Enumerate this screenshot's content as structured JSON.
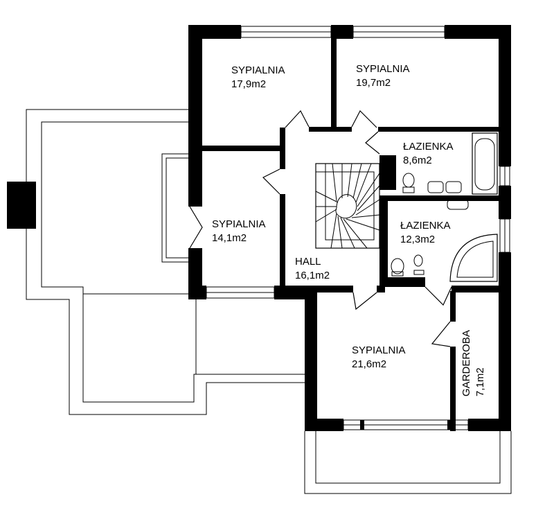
{
  "rooms": [
    {
      "name": "SYPIALNIA",
      "area": "17,9m2"
    },
    {
      "name": "SYPIALNIA",
      "area": "19,7m2"
    },
    {
      "name": "ŁAZIENKA",
      "area": "8,6m2"
    },
    {
      "name": "SYPIALNIA",
      "area": "14,1m2"
    },
    {
      "name": "ŁAZIENKA",
      "area": "12,3m2"
    },
    {
      "name": "HALL",
      "area": "16,1m2"
    },
    {
      "name": "SYPIALNIA",
      "area": "21,6m2"
    },
    {
      "name": "GARDEROBA",
      "area": "7,1m2"
    }
  ]
}
